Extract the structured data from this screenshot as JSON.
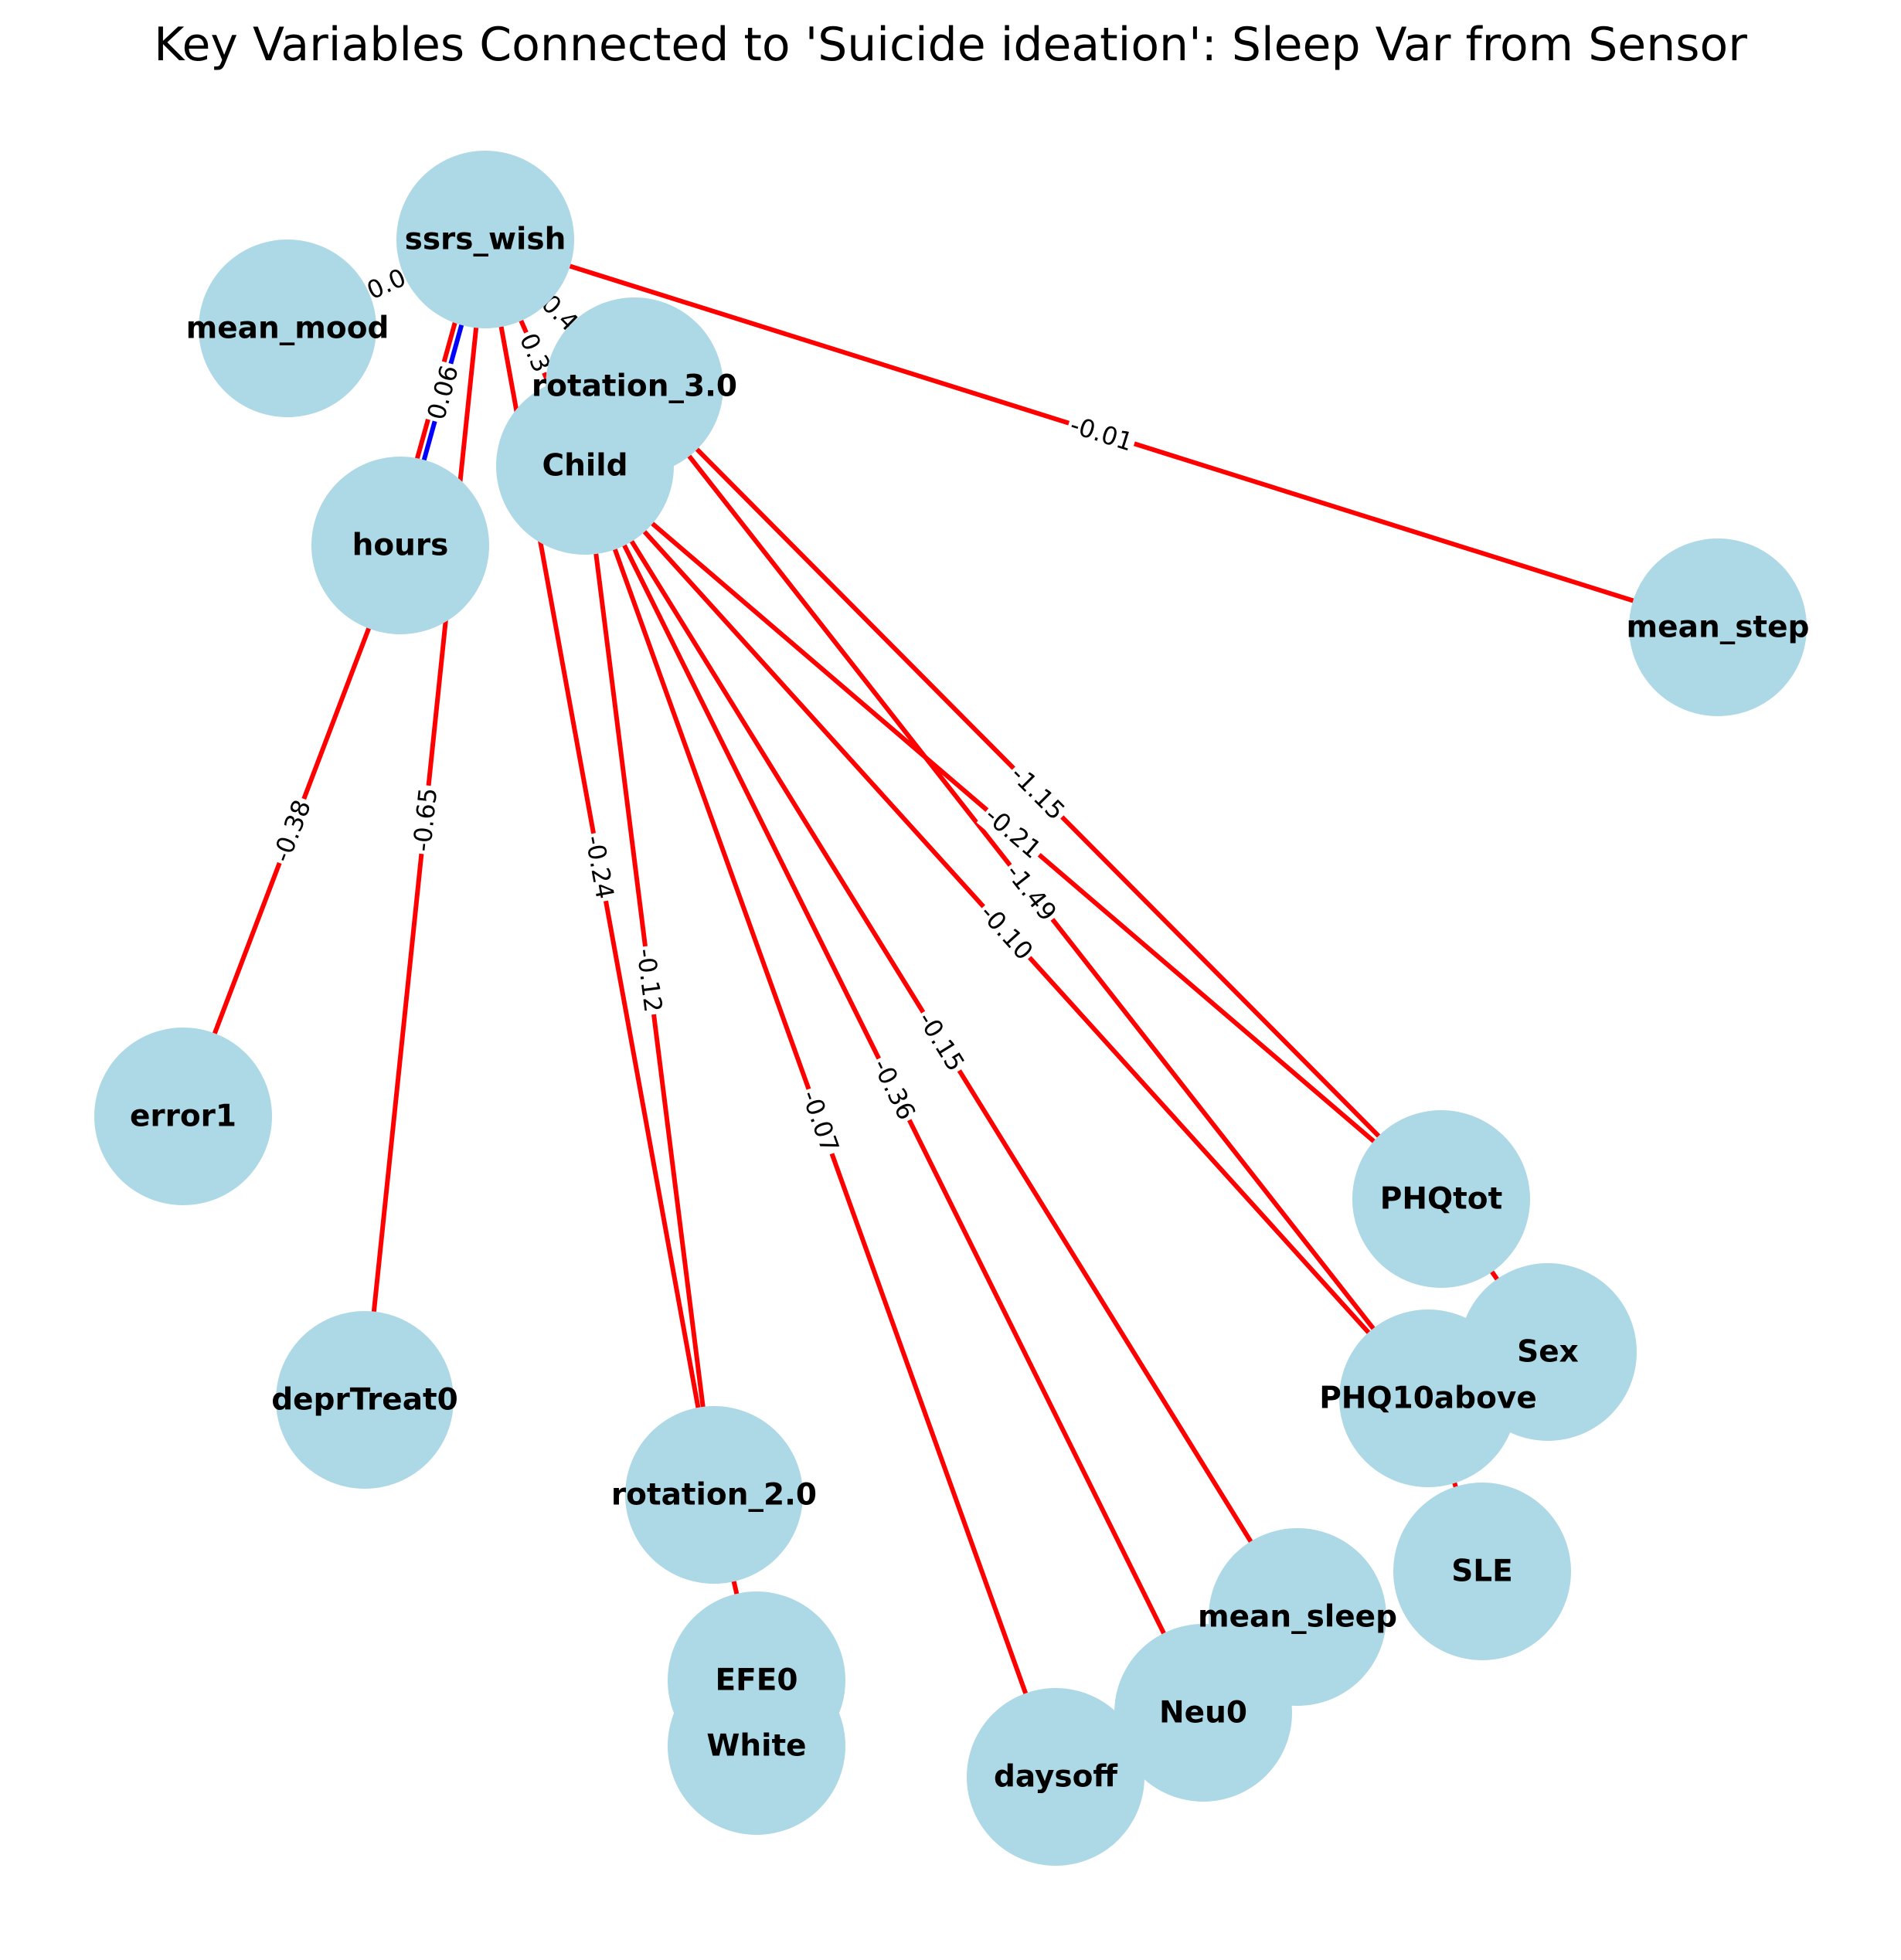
{
  "title": "Key Variables Connected to 'Suicide ideation': Sleep Var from Sensor",
  "colors": {
    "node_fill": "#add8e6",
    "negative_edge": "#ff0000",
    "positive_edge": "#0000ff",
    "background": "#ffffff"
  },
  "nodes": [
    {
      "id": "ssrs_wish",
      "label": "ssrs_wish"
    },
    {
      "id": "mean_mood",
      "label": "mean_mood"
    },
    {
      "id": "rotation_3.0",
      "label": "rotation_3.0"
    },
    {
      "id": "Child",
      "label": "Child"
    },
    {
      "id": "hours",
      "label": "hours"
    },
    {
      "id": "mean_step",
      "label": "mean_step"
    },
    {
      "id": "error1",
      "label": "error1"
    },
    {
      "id": "PHQtot",
      "label": "PHQtot"
    },
    {
      "id": "Sex",
      "label": "Sex"
    },
    {
      "id": "PHQ10above",
      "label": "PHQ10above"
    },
    {
      "id": "deprTreat0",
      "label": "deprTreat0"
    },
    {
      "id": "rotation_2.0",
      "label": "rotation_2.0"
    },
    {
      "id": "SLE",
      "label": "SLE"
    },
    {
      "id": "mean_sleep",
      "label": "mean_sleep"
    },
    {
      "id": "EFE0",
      "label": "EFE0"
    },
    {
      "id": "White",
      "label": "White"
    },
    {
      "id": "Neu0",
      "label": "Neu0"
    },
    {
      "id": "daysoff",
      "label": "daysoff"
    }
  ],
  "edges": [
    {
      "source": "ssrs_wish",
      "target": "mean_step",
      "weight": "-0.01",
      "sign": "negative"
    },
    {
      "source": "ssrs_wish",
      "target": "mean_mood",
      "weight": "0.0",
      "sign": "negative"
    },
    {
      "source": "ssrs_wish",
      "target": "hours",
      "weight": "0.06",
      "sign": "positive"
    },
    {
      "source": "ssrs_wish",
      "target": "hours",
      "weight": "",
      "sign": "negative"
    },
    {
      "source": "ssrs_wish",
      "target": "rotation_3.0",
      "weight": "0.4",
      "sign": "negative"
    },
    {
      "source": "ssrs_wish",
      "target": "Child",
      "weight": "0.3",
      "sign": "negative"
    },
    {
      "source": "ssrs_wish",
      "target": "deprTreat0",
      "weight": "-0.65",
      "sign": "negative"
    },
    {
      "source": "ssrs_wish",
      "target": "rotation_2.0",
      "weight": "-0.24",
      "sign": "negative"
    },
    {
      "source": "hours",
      "target": "error1",
      "weight": "-0.38",
      "sign": "negative"
    },
    {
      "source": "Child",
      "target": "rotation_2.0",
      "weight": "-0.12",
      "sign": "negative"
    },
    {
      "source": "Child",
      "target": "daysoff",
      "weight": "-0.07",
      "sign": "negative"
    },
    {
      "source": "Child",
      "target": "Neu0",
      "weight": "-0.36",
      "sign": "negative"
    },
    {
      "source": "Child",
      "target": "mean_sleep",
      "weight": "-0.15",
      "sign": "negative"
    },
    {
      "source": "Child",
      "target": "PHQ10above",
      "weight": "-0.10",
      "sign": "negative"
    },
    {
      "source": "rotation_3.0",
      "target": "PHQtot",
      "weight": "-1.15",
      "sign": "negative"
    },
    {
      "source": "Child",
      "target": "PHQtot",
      "weight": "-0.21",
      "sign": "negative"
    },
    {
      "source": "rotation_3.0",
      "target": "PHQ10above",
      "weight": "-1.49",
      "sign": "negative"
    },
    {
      "source": "rotation_2.0",
      "target": "EFE0",
      "weight": "",
      "sign": "negative"
    },
    {
      "source": "PHQtot",
      "target": "Sex",
      "weight": "",
      "sign": "negative"
    },
    {
      "source": "PHQ10above",
      "target": "SLE",
      "weight": "",
      "sign": "negative"
    }
  ]
}
